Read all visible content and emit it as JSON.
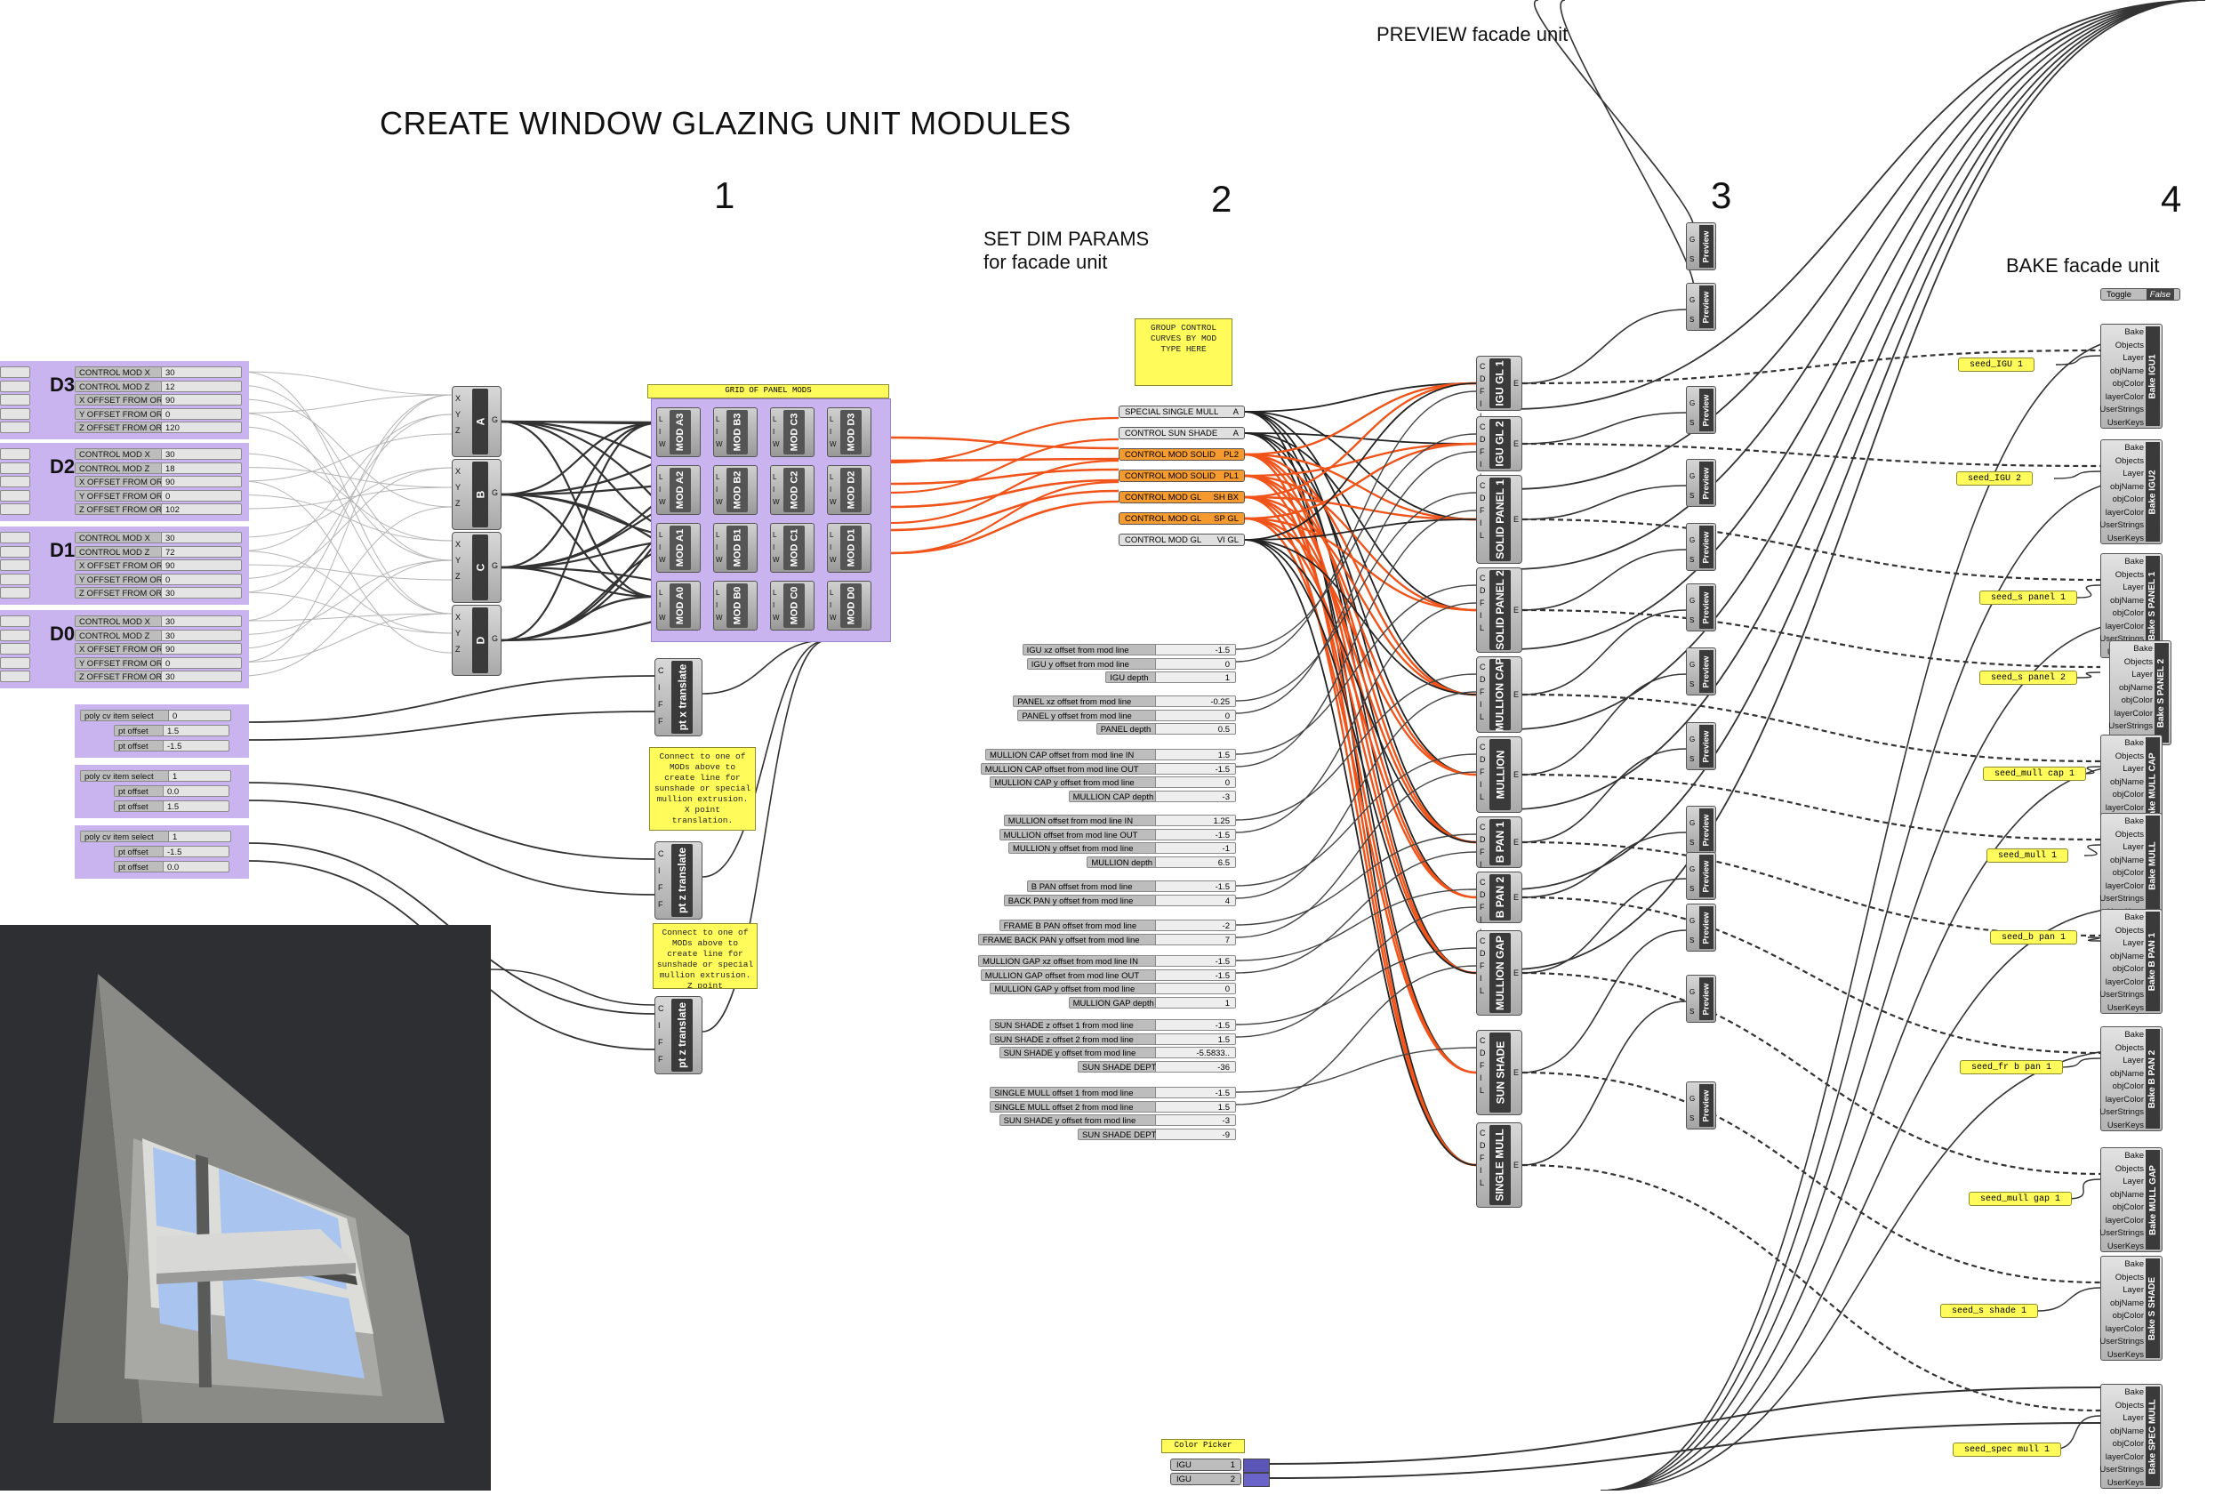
{
  "titles": {
    "main": "CREATE WINDOW GLAZING UNIT MODULES",
    "preview": "PREVIEW facade unit",
    "bake": "BAKE facade unit",
    "dims_line1": "SET DIM PARAMS",
    "dims_line2": "for facade unit",
    "step1": "1",
    "step2": "2",
    "step3": "3",
    "step4": "4"
  },
  "control_groups": [
    {
      "label": "D3",
      "rows": [
        [
          "CONTROL MOD X",
          "30"
        ],
        [
          "CONTROL MOD Z",
          "12"
        ],
        [
          "X OFFSET FROM ORIGIN",
          "90"
        ],
        [
          "Y OFFSET FROM ORIGIN",
          "0"
        ],
        [
          "Z OFFSET FROM ORIGIN",
          "120"
        ]
      ]
    },
    {
      "label": "D2",
      "rows": [
        [
          "CONTROL MOD X",
          "30"
        ],
        [
          "CONTROL MOD Z",
          "18"
        ],
        [
          "X OFFSET FROM ORIGIN",
          "90"
        ],
        [
          "Y OFFSET FROM ORIGIN",
          "0"
        ],
        [
          "Z OFFSET FROM ORIGIN",
          "102"
        ]
      ]
    },
    {
      "label": "D1",
      "rows": [
        [
          "CONTROL MOD X",
          "30"
        ],
        [
          "CONTROL MOD Z",
          "72"
        ],
        [
          "X OFFSET FROM ORIGIN",
          "90"
        ],
        [
          "Y OFFSET FROM ORIGIN",
          "0"
        ],
        [
          "Z OFFSET FROM ORIGIN",
          "30"
        ]
      ]
    },
    {
      "label": "D0",
      "rows": [
        [
          "CONTROL MOD X",
          "30"
        ],
        [
          "CONTROL MOD Z",
          "30"
        ],
        [
          "X OFFSET FROM ORIGIN",
          "90"
        ],
        [
          "Y OFFSET FROM ORIGIN",
          "0"
        ],
        [
          "Z OFFSET FROM ORIGIN",
          "30"
        ]
      ]
    }
  ],
  "poly_groups": [
    {
      "rows": [
        [
          "poly cv item select",
          "0"
        ],
        [
          "pt offset",
          "1.5"
        ],
        [
          "pt offset",
          "-1.5"
        ]
      ]
    },
    {
      "rows": [
        [
          "poly cv item select",
          "1"
        ],
        [
          "pt offset",
          "0.0"
        ],
        [
          "pt offset",
          "1.5"
        ]
      ]
    },
    {
      "rows": [
        [
          "poly cv item select",
          "1"
        ],
        [
          "pt offset",
          "-1.5"
        ],
        [
          "pt offset",
          "0.0"
        ]
      ]
    }
  ],
  "xyz_components": [
    "A",
    "B",
    "C",
    "D"
  ],
  "xyz_inputs": "X Y Z",
  "grid": {
    "title": "GRID OF PANEL MODS",
    "mods": [
      "MOD A3",
      "MOD B3",
      "MOD C3",
      "MOD D3",
      "MOD A2",
      "MOD B2",
      "MOD C2",
      "MOD D2",
      "MOD A1",
      "MOD B1",
      "MOD C1",
      "MOD D1",
      "MOD A0",
      "MOD B0",
      "MOD C0",
      "MOD D0"
    ]
  },
  "translates": [
    "pt x translate",
    "pt z translate",
    "pt z translate"
  ],
  "translate_inputs": "C I F F",
  "notes": {
    "x_translate": "Connect to one of MODs above to create line for sunshade or special mullion extrusion. X point translation.",
    "z_translate": "Connect to one of MODs above to create line for sunshade or special mullion extrusion. Z point",
    "group_curves": "GROUP CONTROL CURVES BY MOD TYPE HERE"
  },
  "curve_params": [
    {
      "label": "SPECIAL SINGLE MULL",
      "tag": "A",
      "color": "gray"
    },
    {
      "label": "CONTROL SUN SHADE",
      "tag": "A",
      "color": "gray"
    },
    {
      "label": "CONTROL MOD SOLID",
      "tag": "PL2",
      "color": "orange"
    },
    {
      "label": "CONTROL MOD SOLID",
      "tag": "PL1",
      "color": "orange"
    },
    {
      "label": "CONTROL MOD GL",
      "tag": "SH BX",
      "color": "orange"
    },
    {
      "label": "CONTROL MOD GL",
      "tag": "SP GL",
      "color": "orange"
    },
    {
      "label": "CONTROL MOD GL",
      "tag": "VI GL",
      "color": "gray"
    }
  ],
  "dim_groups": [
    [
      [
        "IGU xz offset from mod line",
        "-1.5"
      ],
      [
        "IGU y offset from mod line",
        "0"
      ],
      [
        "IGU depth",
        "1"
      ]
    ],
    [
      [
        "PANEL xz offset from mod line",
        "-0.25"
      ],
      [
        "PANEL y offset from mod line",
        "0"
      ],
      [
        "PANEL depth",
        "0.5"
      ]
    ],
    [
      [
        "MULLION CAP offset from mod line IN",
        "1.5"
      ],
      [
        "MULLION CAP offset from mod line OUT",
        "-1.5"
      ],
      [
        "MULLION CAP y offset from mod line",
        "0"
      ],
      [
        "MULLION CAP depth",
        "-3"
      ]
    ],
    [
      [
        "MULLION offset from mod line IN",
        "1.25"
      ],
      [
        "MULLION offset from mod line OUT",
        "-1.5"
      ],
      [
        "MULLION y offset from mod line",
        "-1"
      ],
      [
        "MULLION depth",
        "6.5"
      ]
    ],
    [
      [
        "B PAN offset from mod line",
        "-1.5"
      ],
      [
        "BACK PAN y offset from mod line",
        "4"
      ]
    ],
    [
      [
        "FRAME B PAN offset from mod line",
        "-2"
      ],
      [
        "FRAME BACK PAN y offset from mod line",
        "7"
      ]
    ],
    [
      [
        "MULLION GAP xz offset from mod line IN",
        "-1.5"
      ],
      [
        "MULLION GAP offset from mod line OUT",
        "-1.5"
      ],
      [
        "MULLION GAP y offset from mod line",
        "0"
      ],
      [
        "MULLION GAP depth",
        "1"
      ]
    ],
    [
      [
        "SUN SHADE z offset 1 from mod line",
        "-1.5"
      ],
      [
        "SUN SHADE z offset 2 from mod line",
        "1.5"
      ],
      [
        "SUN SHADE y offset from mod line",
        "-5.5833.."
      ],
      [
        "SUN SHADE DEPTH",
        "-36"
      ]
    ],
    [
      [
        "SINGLE MULL offset 1 from mod line",
        "-1.5"
      ],
      [
        "SINGLE MULL offset 2 from mod line",
        "1.5"
      ],
      [
        "SUN SHADE y offset from mod line",
        "-3"
      ],
      [
        "SUN SHADE DEPTH",
        "-9"
      ]
    ]
  ],
  "builders": [
    "IGU GL 1",
    "IGU GL 2",
    "SOLID PANEL 1",
    "SOLID PANEL 2",
    "MULLION CAP",
    "MULLION",
    "B PAN 1",
    "B PAN 2",
    "MULLION GAP",
    "SUN SHADE",
    "SINGLE MULL"
  ],
  "builder_inputs": "C D F I L",
  "builder_output": "E",
  "preview_label": "Preview",
  "preview_inputs": "G S",
  "toggle": {
    "label": "Toggle",
    "value": "False"
  },
  "seeds": [
    "seed_IGU 1",
    "seed_IGU 2",
    "seed_s panel 1",
    "seed_s panel 2",
    "seed_mull cap 1",
    "seed_mull 1",
    "seed_b pan 1",
    "seed_fr b pan 1",
    "seed_mull gap 1",
    "seed_s shade 1",
    "seed_spec mull 1"
  ],
  "bake_inputs": [
    "Bake",
    "Objects",
    "Layer",
    "objName",
    "objColor",
    "layerColor",
    "UserStrings",
    "UserKeys"
  ],
  "bakes": [
    "Bake IGU1",
    "Bake IGU2",
    "Bake S PANEL 1",
    "Bake S PANEL 2",
    "Bake MULL CAP",
    "Bake MULL",
    "Bake B PAN 1",
    "Bake B PAN 2",
    "Bake MULL GAP",
    "Bake S SHADE",
    "Bake SPEC MULL"
  ],
  "color_picker": {
    "title": "Color Picker",
    "rows": [
      [
        "IGU",
        "1"
      ],
      [
        "IGU",
        "2"
      ]
    ]
  },
  "colors": {
    "canvas": "#ffffff",
    "group": "#c9b4ef",
    "note": "#fffb5a",
    "orange_wire": "#f0541a",
    "viewport": "#2d2f33"
  }
}
